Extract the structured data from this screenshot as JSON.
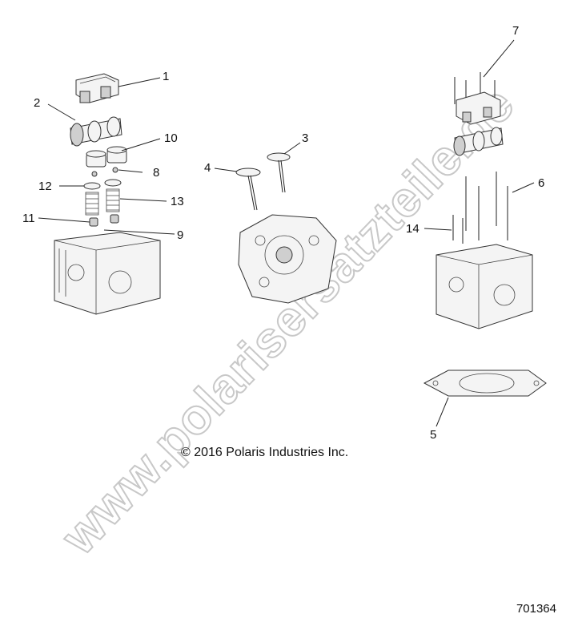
{
  "watermark": "www.polarisersatzteile.de",
  "copyright": "© 2016 Polaris Industries Inc.",
  "document_number": "701364",
  "callouts": [
    "1",
    "2",
    "3",
    "4",
    "5",
    "6",
    "7",
    "8",
    "9",
    "10",
    "11",
    "12",
    "13",
    "14"
  ]
}
